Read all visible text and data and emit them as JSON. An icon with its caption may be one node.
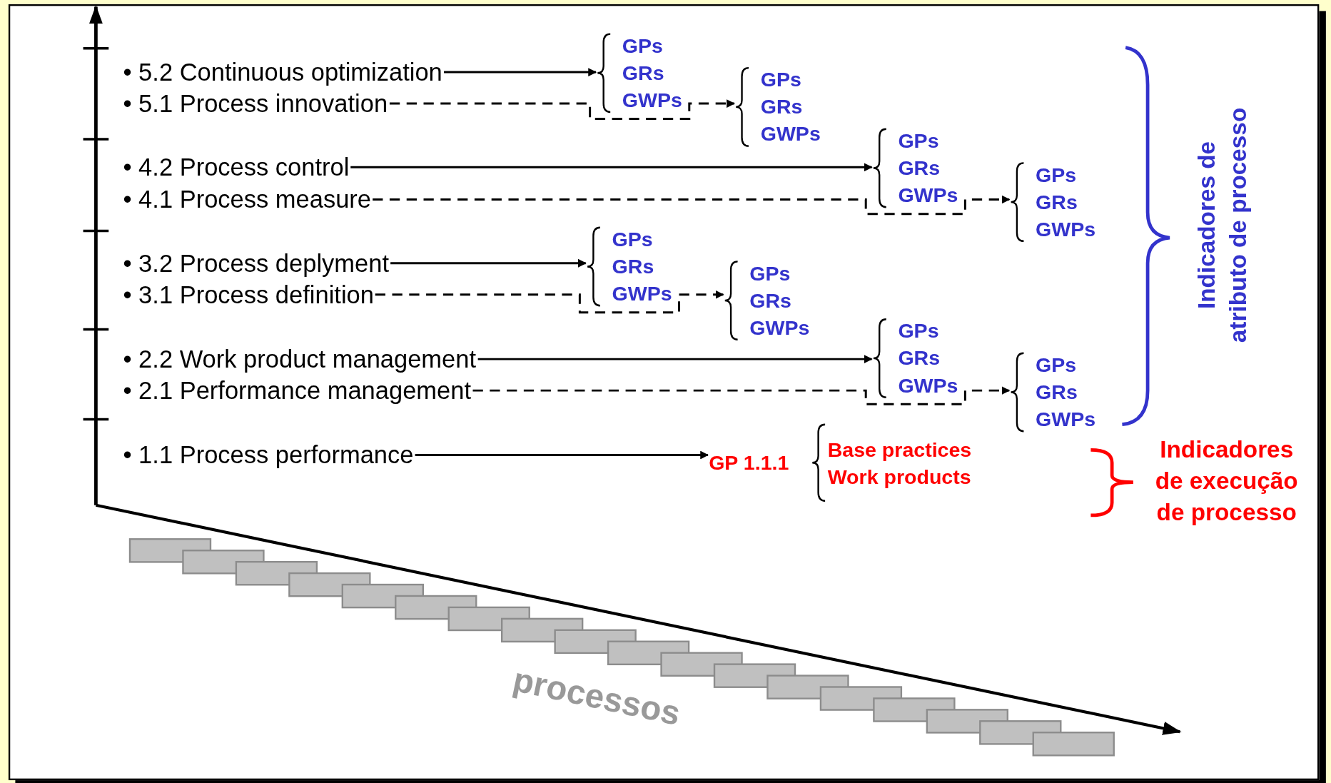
{
  "diagram": {
    "nodes": [
      {
        "text": [
          "• 5.2 Continuous optimization"
        ]
      },
      {
        "text": [
          "GPs",
          "GRs",
          "GWPs"
        ]
      },
      {
        "text": [
          "• 5.1 Process innovation"
        ]
      },
      {
        "text": [
          "GPs",
          "GRs",
          "GWPs"
        ]
      },
      {
        "text": [
          "• 4.2 Process control"
        ]
      },
      {
        "text": [
          "GPs",
          "GRs",
          "GWPs"
        ]
      },
      {
        "text": [
          "• 4.1 Process measure"
        ]
      },
      {
        "text": [
          "GPs",
          "GRs",
          "GWPs"
        ]
      },
      {
        "text": [
          "• 3.2 Process deplyment"
        ]
      },
      {
        "text": [
          "GPs",
          "GRs",
          "GWPs"
        ]
      },
      {
        "text": [
          "• 3.1 Process definition"
        ]
      },
      {
        "text": [
          "GPs",
          "GRs",
          "GWPs"
        ]
      },
      {
        "text": [
          "• 2.2 Work product management"
        ]
      },
      {
        "text": [
          "GPs",
          "GRs",
          "GWPs"
        ]
      },
      {
        "text": [
          "• 2.1 Performance management"
        ]
      },
      {
        "text": [
          "GPs",
          "GRs",
          "GWPs"
        ]
      },
      {
        "text": [
          "• 1.1 Process performance"
        ]
      },
      {
        "text": [
          "GP 1.1.1"
        ]
      },
      {
        "text": [
          "Base practices",
          "Work products"
        ]
      }
    ],
    "edges": [
      {
        "from": 0,
        "to": 1,
        "arrow": "to"
      },
      {
        "from": 2,
        "to": 3,
        "arrow": "to",
        "style": "dashed"
      },
      {
        "from": 4,
        "to": 5,
        "arrow": "to"
      },
      {
        "from": 6,
        "to": 7,
        "arrow": "to",
        "style": "dashed"
      },
      {
        "from": 8,
        "to": 9,
        "arrow": "to"
      },
      {
        "from": 10,
        "to": 11,
        "arrow": "to",
        "style": "dashed"
      },
      {
        "from": 12,
        "to": 13,
        "arrow": "to"
      },
      {
        "from": 14,
        "to": 15,
        "arrow": "to",
        "style": "dashed"
      },
      {
        "from": 16,
        "to": 17,
        "arrow": "to"
      }
    ],
    "labels": [
      "Indicadores de atributo de processo",
      "Indicadores de execução de processo",
      "processos"
    ]
  }
}
